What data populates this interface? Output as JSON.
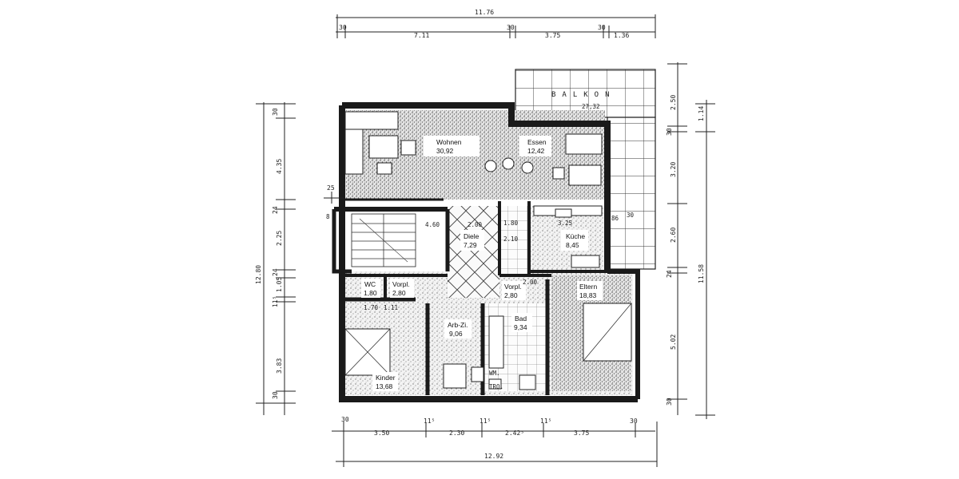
{
  "top_dims": {
    "overall": "11.76",
    "segments": [
      "30",
      "7.11",
      "30",
      "3.75",
      "30",
      "1.36"
    ]
  },
  "bottom_dims": {
    "overall": "12.92",
    "segments": [
      "30",
      "3.50",
      "11⁵",
      "2.30",
      "11⁵",
      "2.42⁵",
      "11⁵",
      "3.75",
      "30"
    ]
  },
  "left_dims": {
    "overall": "12.80",
    "segments": [
      "30",
      "4.35",
      "24",
      "2.25",
      "24",
      "1.05",
      "11⁵",
      "3.83",
      "30"
    ],
    "marker": "25"
  },
  "right_dims": {
    "outer_overall": "11.58",
    "outer_top": "1.14",
    "segments": [
      "2.50",
      "30",
      "3.20",
      "2.60",
      "24",
      "5.02",
      "30"
    ]
  },
  "rooms": [
    {
      "name": "Wohnen",
      "area": "30,92"
    },
    {
      "name": "Essen",
      "area": "12,42"
    },
    {
      "name": "Diele",
      "area": "7,29"
    },
    {
      "name": "Küche",
      "area": "8,45"
    },
    {
      "name": "WC",
      "area": "1,80"
    },
    {
      "name": "Vorpl.",
      "area": "2,80"
    },
    {
      "name": "Vorpl.",
      "area": "2,80"
    },
    {
      "name": "Eltern",
      "area": "18,83"
    },
    {
      "name": "Arb-Zi.",
      "area": "9,06"
    },
    {
      "name": "Bad",
      "area": "9,34"
    },
    {
      "name": "Kinder",
      "area": "13,68"
    }
  ],
  "balkon": {
    "label": "BALKON",
    "area": "27,32"
  },
  "inner_labels": {
    "stair": "4.60",
    "diele_width": "2.00",
    "hall_1": "1.80",
    "hall_2": "2.10",
    "kueche_width": "3.25",
    "kueche_depth": "86",
    "kueche_depth_2": "30",
    "corridor": "2.00",
    "wc_width": "1.70",
    "wc_door": "1.11",
    "wm": "WM.",
    "tro": "TRO.",
    "left_small": "8"
  }
}
